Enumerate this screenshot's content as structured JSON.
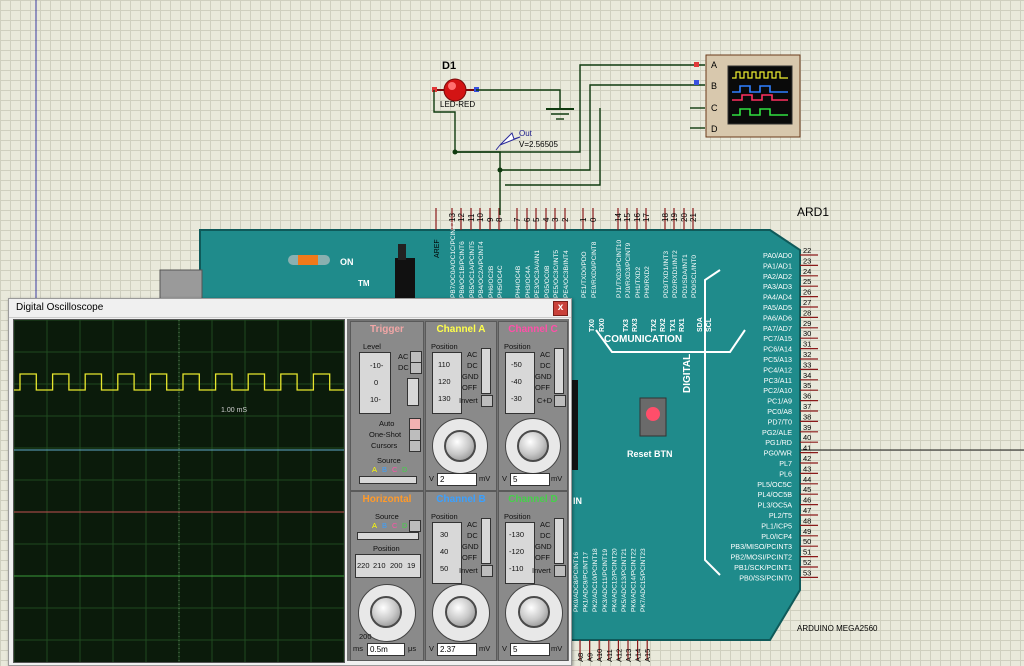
{
  "schematic": {
    "led": {
      "ref": "D1",
      "value": "LED-RED"
    },
    "probe": {
      "name": "Out",
      "reading": "V=2.56505"
    },
    "instrument_channels": [
      "A",
      "B",
      "C",
      "D"
    ],
    "board": {
      "ref": "ARD1",
      "part": "ARDUINO MEGA2560",
      "on_label": "ON",
      "comm_label": "COMUNICATION",
      "digital_label": "DIGITAL",
      "reset_label": "Reset BTN",
      "tm": "TM",
      "top_pin_numbers": [
        "13",
        "12",
        "11",
        "10",
        "9",
        "8",
        "7",
        "6",
        "5",
        "4",
        "3",
        "2",
        "1",
        "0",
        "14",
        "15",
        "16",
        "17",
        "18",
        "19",
        "20",
        "21"
      ],
      "aref": "AREF",
      "top_pin_names": [
        "PB7/OC0A/OC1C/PCINT7",
        "PB6/OC1B/PCINT6",
        "PB5/OC1A/PCINT5",
        "PB4/OC2A/PCINT4",
        "PH6/OC2B",
        "PH5/OC4C",
        "PH4/OC4B",
        "PH3/OC4A",
        "PE3/OC3A/AIN1",
        "PG5/OC0B",
        "PE5/OC3C/INT5",
        "PE4/OC3B/INT4",
        "PE1/TXD0/PDO",
        "PE0/RXD0/PCINT8",
        "PJ1/TXD3/PCINT10",
        "PJ0/RXD3/PCINT9",
        "PH1/TXD2",
        "PH0/RXD2",
        "PD3/TXD1/INT3",
        "PD2/RXD1/INT2",
        "PD1/SDA/INT1",
        "PD0/SCL/INT0"
      ],
      "serial_labels": [
        "TX0",
        "RX0",
        "TX3",
        "RX3",
        "TX2",
        "RX2",
        "TX1",
        "RX1",
        "SDA",
        "SCL"
      ],
      "right_pins": [
        {
          "name": "PA0/AD0",
          "num": "22"
        },
        {
          "name": "PA1/AD1",
          "num": "23"
        },
        {
          "name": "PA2/AD2",
          "num": "24"
        },
        {
          "name": "PA3/AD3",
          "num": "25"
        },
        {
          "name": "PA4/AD4",
          "num": "26"
        },
        {
          "name": "PA5/AD5",
          "num": "27"
        },
        {
          "name": "PA6/AD6",
          "num": "28"
        },
        {
          "name": "PA7/AD7",
          "num": "29"
        },
        {
          "name": "PC7/A15",
          "num": "30"
        },
        {
          "name": "PC6/A14",
          "num": "31"
        },
        {
          "name": "PC5/A13",
          "num": "32"
        },
        {
          "name": "PC4/A12",
          "num": "33"
        },
        {
          "name": "PC3/A11",
          "num": "34"
        },
        {
          "name": "PC2/A10",
          "num": "35"
        },
        {
          "name": "PC1/A9",
          "num": "36"
        },
        {
          "name": "PC0/A8",
          "num": "37"
        },
        {
          "name": "PD7/T0",
          "num": "38"
        },
        {
          "name": "PG2/ALE",
          "num": "39"
        },
        {
          "name": "PG1/RD",
          "num": "40"
        },
        {
          "name": "PG0/WR",
          "num": "41"
        },
        {
          "name": "PL7",
          "num": "42"
        },
        {
          "name": "PL6",
          "num": "43"
        },
        {
          "name": "PL5/OC5C",
          "num": "44"
        },
        {
          "name": "PL4/OC5B",
          "num": "45"
        },
        {
          "name": "PL3/OC5A",
          "num": "46"
        },
        {
          "name": "PL2/T5",
          "num": "47"
        },
        {
          "name": "PL1/ICP5",
          "num": "48"
        },
        {
          "name": "PL0/ICP4",
          "num": "49"
        },
        {
          "name": "PB3/MISO/PCINT3",
          "num": "50"
        },
        {
          "name": "PB2/MOSI/PCINT2",
          "num": "51"
        },
        {
          "name": "PB1/SCK/PCINT1",
          "num": "52"
        },
        {
          "name": "PB0/SS/PCINT0",
          "num": "53"
        }
      ],
      "analog_names": [
        "PK0/ADC8/PCINT16",
        "PK1/ADC9/PCINT17",
        "PK2/ADC10/PCINT18",
        "PK3/ADC11/PCINT19",
        "PK4/ADC12/PCINT20",
        "PK5/ADC13/PCINT21",
        "PK6/ADC14/PCINT22",
        "PK7/ADC15/PCINT23"
      ],
      "analog_pins": [
        "A8",
        "A9",
        "A10",
        "A11",
        "A12",
        "A13",
        "A14",
        "A15"
      ],
      "in_label": "IN"
    }
  },
  "oscilloscope": {
    "title": "Digital Oscilloscope",
    "close_glyph": "x",
    "timebase_label": "1.00 mS",
    "trace_color": "#e6e62e",
    "trigger": {
      "title": "Trigger",
      "level_label": "Level",
      "scale": [
        "-10-",
        "0",
        "10-"
      ],
      "ac": "AC",
      "dc": "DC",
      "modes": [
        "Auto",
        "One-Shot",
        "Cursors"
      ],
      "source_label": "Source",
      "sources": [
        "A",
        "B",
        "C",
        "D"
      ]
    },
    "channel_a": {
      "title": "Channel A",
      "position_label": "Position",
      "scale": [
        "110",
        "120",
        "130"
      ],
      "modes": [
        "AC",
        "DC",
        "GND",
        "OFF",
        "Invert"
      ],
      "value": "2",
      "unit": "mV",
      "volt_unit": "V"
    },
    "channel_b": {
      "title": "Channel B",
      "position_label": "Position",
      "scale": [
        "30",
        "40",
        "50"
      ],
      "modes": [
        "AC",
        "DC",
        "GND",
        "OFF",
        "Invert"
      ],
      "value": "2.37",
      "unit": "mV",
      "volt_unit": "V"
    },
    "channel_c": {
      "title": "Channel C",
      "position_label": "Position",
      "scale": [
        "-50",
        "-40",
        "-30"
      ],
      "modes": [
        "AC",
        "DC",
        "GND",
        "OFF",
        "C+D"
      ],
      "value": "5",
      "unit": "mV",
      "volt_unit": "V"
    },
    "channel_d": {
      "title": "Channel D",
      "position_label": "Position",
      "scale": [
        "-130",
        "-120",
        "-110"
      ],
      "modes": [
        "AC",
        "DC",
        "GND",
        "OFF",
        "Invert"
      ],
      "value": "5",
      "unit": "mV",
      "volt_unit": "V"
    },
    "horizontal": {
      "title": "Horizontal",
      "source_label": "Source",
      "sources": [
        "A",
        "B",
        "C",
        "D"
      ],
      "position_label": "Position",
      "position_scale": [
        "220",
        "210",
        "200",
        "19"
      ],
      "value": "0.5m",
      "unit_left": "ms",
      "unit_right": "μs",
      "dial_left": "200"
    },
    "title_colors": {
      "trigger": "#f2a6a6",
      "a": "#ffff4a",
      "b": "#3aa0ff",
      "c": "#ff4fa8",
      "d": "#46d04a",
      "horizontal": "#ff9a2a"
    }
  }
}
